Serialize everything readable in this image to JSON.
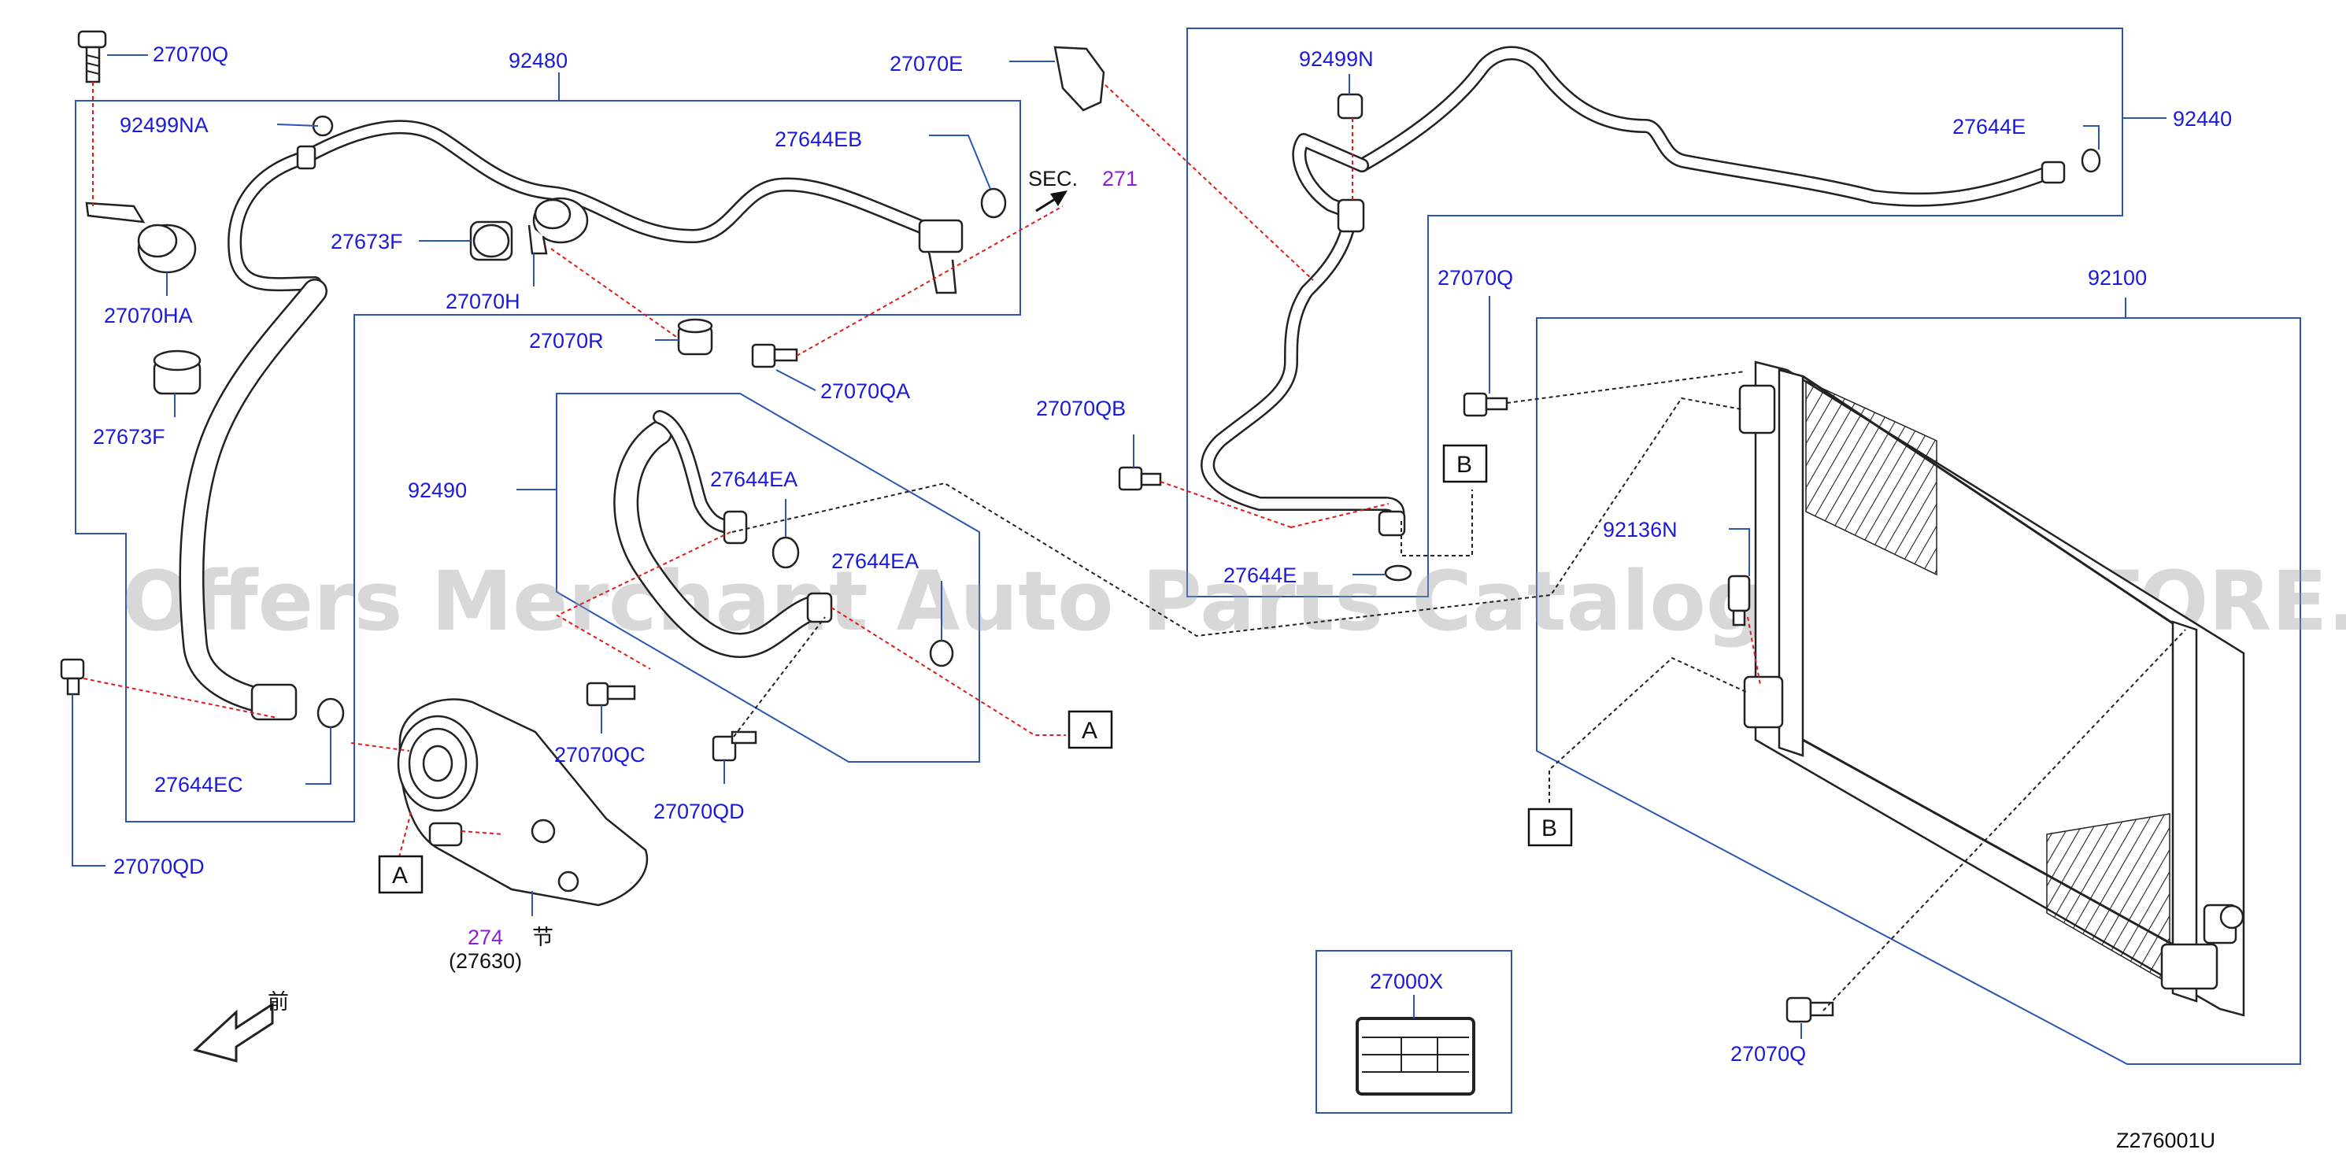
{
  "diagram_code": "Z276001U",
  "watermark": "Offers Merchant Auto Parts Catalog PARTSTORE.SA",
  "parts": {
    "p27070Q_top": "27070Q",
    "p92480": "92480",
    "p92499NA": "92499NA",
    "p27644EB": "27644EB",
    "p27673F_a": "27673F",
    "p27070HA": "27070HA",
    "p27673F_b": "27673F",
    "p27070H": "27070H",
    "p27070R": "27070R",
    "p27070QA": "27070QA",
    "p92490": "92490",
    "p27644EA_a": "27644EA",
    "p27644EA_b": "27644EA",
    "p27070QC": "27070QC",
    "p27070QD_mid": "27070QD",
    "p27644EC": "27644EC",
    "p27070QD_left": "27070QD",
    "p27070E": "27070E",
    "p92499N": "92499N",
    "p27644E": "27644E",
    "p92440": "92440",
    "p27070Q_mid": "27070Q",
    "p92100": "92100",
    "p27070QB": "27070QB",
    "p92136N": "92136N",
    "p27644ED": "27644E",
    "p27000X": "27000X",
    "p27070Q_bottom": "27070Q"
  },
  "references": {
    "sec_label": "SEC.",
    "sec_num": "271",
    "compressor_num": "274",
    "compressor_sub": "(27630)",
    "compressor_mark": "节",
    "front_mark": "前"
  },
  "callouts": {
    "a1": "A",
    "a2": "A",
    "b1": "B",
    "b2": "B"
  },
  "colors": {
    "label_blue": "#1b1bd6",
    "label_purple": "#8a1fd6",
    "frame_blue": "#2a55b3",
    "leader_red": "#e01b1b"
  }
}
